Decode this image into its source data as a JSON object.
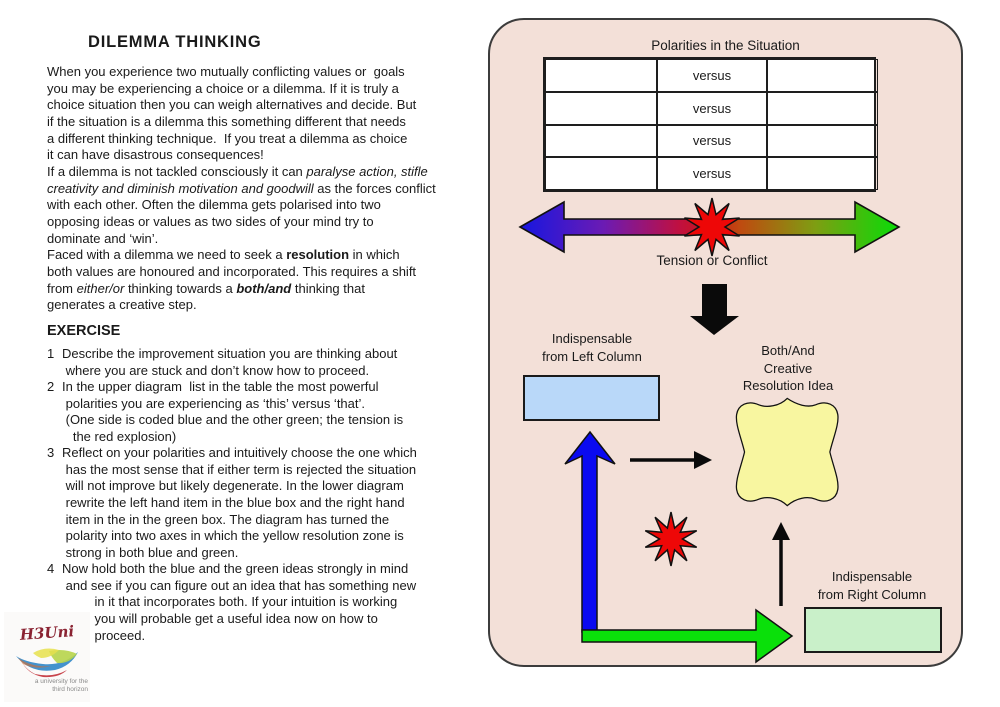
{
  "colors": {
    "panel_bg": "#f3e0d8",
    "blue_box": "#b9d8f9",
    "green_box": "#c9f0c9",
    "yellow_zone": "#f8f6a0",
    "explosion_red": "#ee0707",
    "axis_blue": "#0a0af0",
    "axis_green": "#0ae00a"
  },
  "left": {
    "title": "DILEMMA THINKING",
    "intro_lines": [
      "When you experience two mutually conflicting values or  goals",
      "you may be experiencing a choice or a dilemma. If it is truly a",
      "choice situation then you can weigh alternatives and decide. But",
      "if the situation is a dilemma this something different that needs",
      "a different thinking technique.  If you treat a dilemma as choice",
      "it can have disastrous consequences!",
      "If a dilemma is not tackled consciously it can *paralyse action, stifle*",
      "*creativity and diminish motivation and goodwill* as the forces conflict",
      "with each other. Often the dilemma gets polarised into two",
      "opposing ideas or values as two sides of your mind try to",
      "dominate and ‘win’.",
      "Faced with a dilemma we need to seek a **resolution** in which",
      "both values are honoured and incorporated. This requires a shift",
      "from *either/or* thinking towards a ***both/and*** thinking that",
      "generates a creative step."
    ],
    "exercise_heading": "EXERCISE",
    "items": [
      {
        "number": "1",
        "lines": [
          "Describe the improvement situation you are thinking about",
          " where you are stuck and don’t know how to proceed."
        ]
      },
      {
        "number": "2",
        "lines": [
          "In the upper diagram  list in the table the most powerful",
          " polarities you are experiencing as ‘this’ versus ‘that’.",
          " (One side is coded blue and the other green; the tension is",
          "   the red explosion)"
        ]
      },
      {
        "number": "3",
        "lines": [
          "Reflect on your polarities and intuitively choose the one which",
          " has the most sense that if either term is rejected the situation",
          " will not improve but likely degenerate. In the lower diagram",
          " rewrite the left hand item in the blue box and the right hand",
          " item in the in the green box. The diagram has turned the",
          " polarity into two axes in which the yellow resolution zone is",
          " strong in both blue and green."
        ]
      },
      {
        "number": "4",
        "lines": [
          "Now hold both the blue and the green ideas strongly in mind",
          " and see if you can figure out an idea that has something new",
          "         in it that incorporates both. If your intuition is working",
          "         you will probable get a useful idea now on how to",
          "         proceed."
        ]
      }
    ],
    "logo": {
      "wordmark": "H3Uni",
      "tagline_line1": "a university for the",
      "tagline_line2": "third horizon"
    }
  },
  "panel": {
    "title": "Polarities in the Situation",
    "table": {
      "rows": [
        [
          "",
          "versus",
          ""
        ],
        [
          "",
          "versus",
          ""
        ],
        [
          "",
          "versus",
          ""
        ],
        [
          "",
          "versus",
          ""
        ]
      ]
    },
    "tension_label": "Tension or Conflict",
    "left_box_label": [
      "Indispensable",
      "from Left Column"
    ],
    "resolution_label": [
      "Both/And",
      "Creative",
      "Resolution Idea"
    ],
    "right_box_label": [
      "Indispensable",
      "from Right Column"
    ]
  }
}
